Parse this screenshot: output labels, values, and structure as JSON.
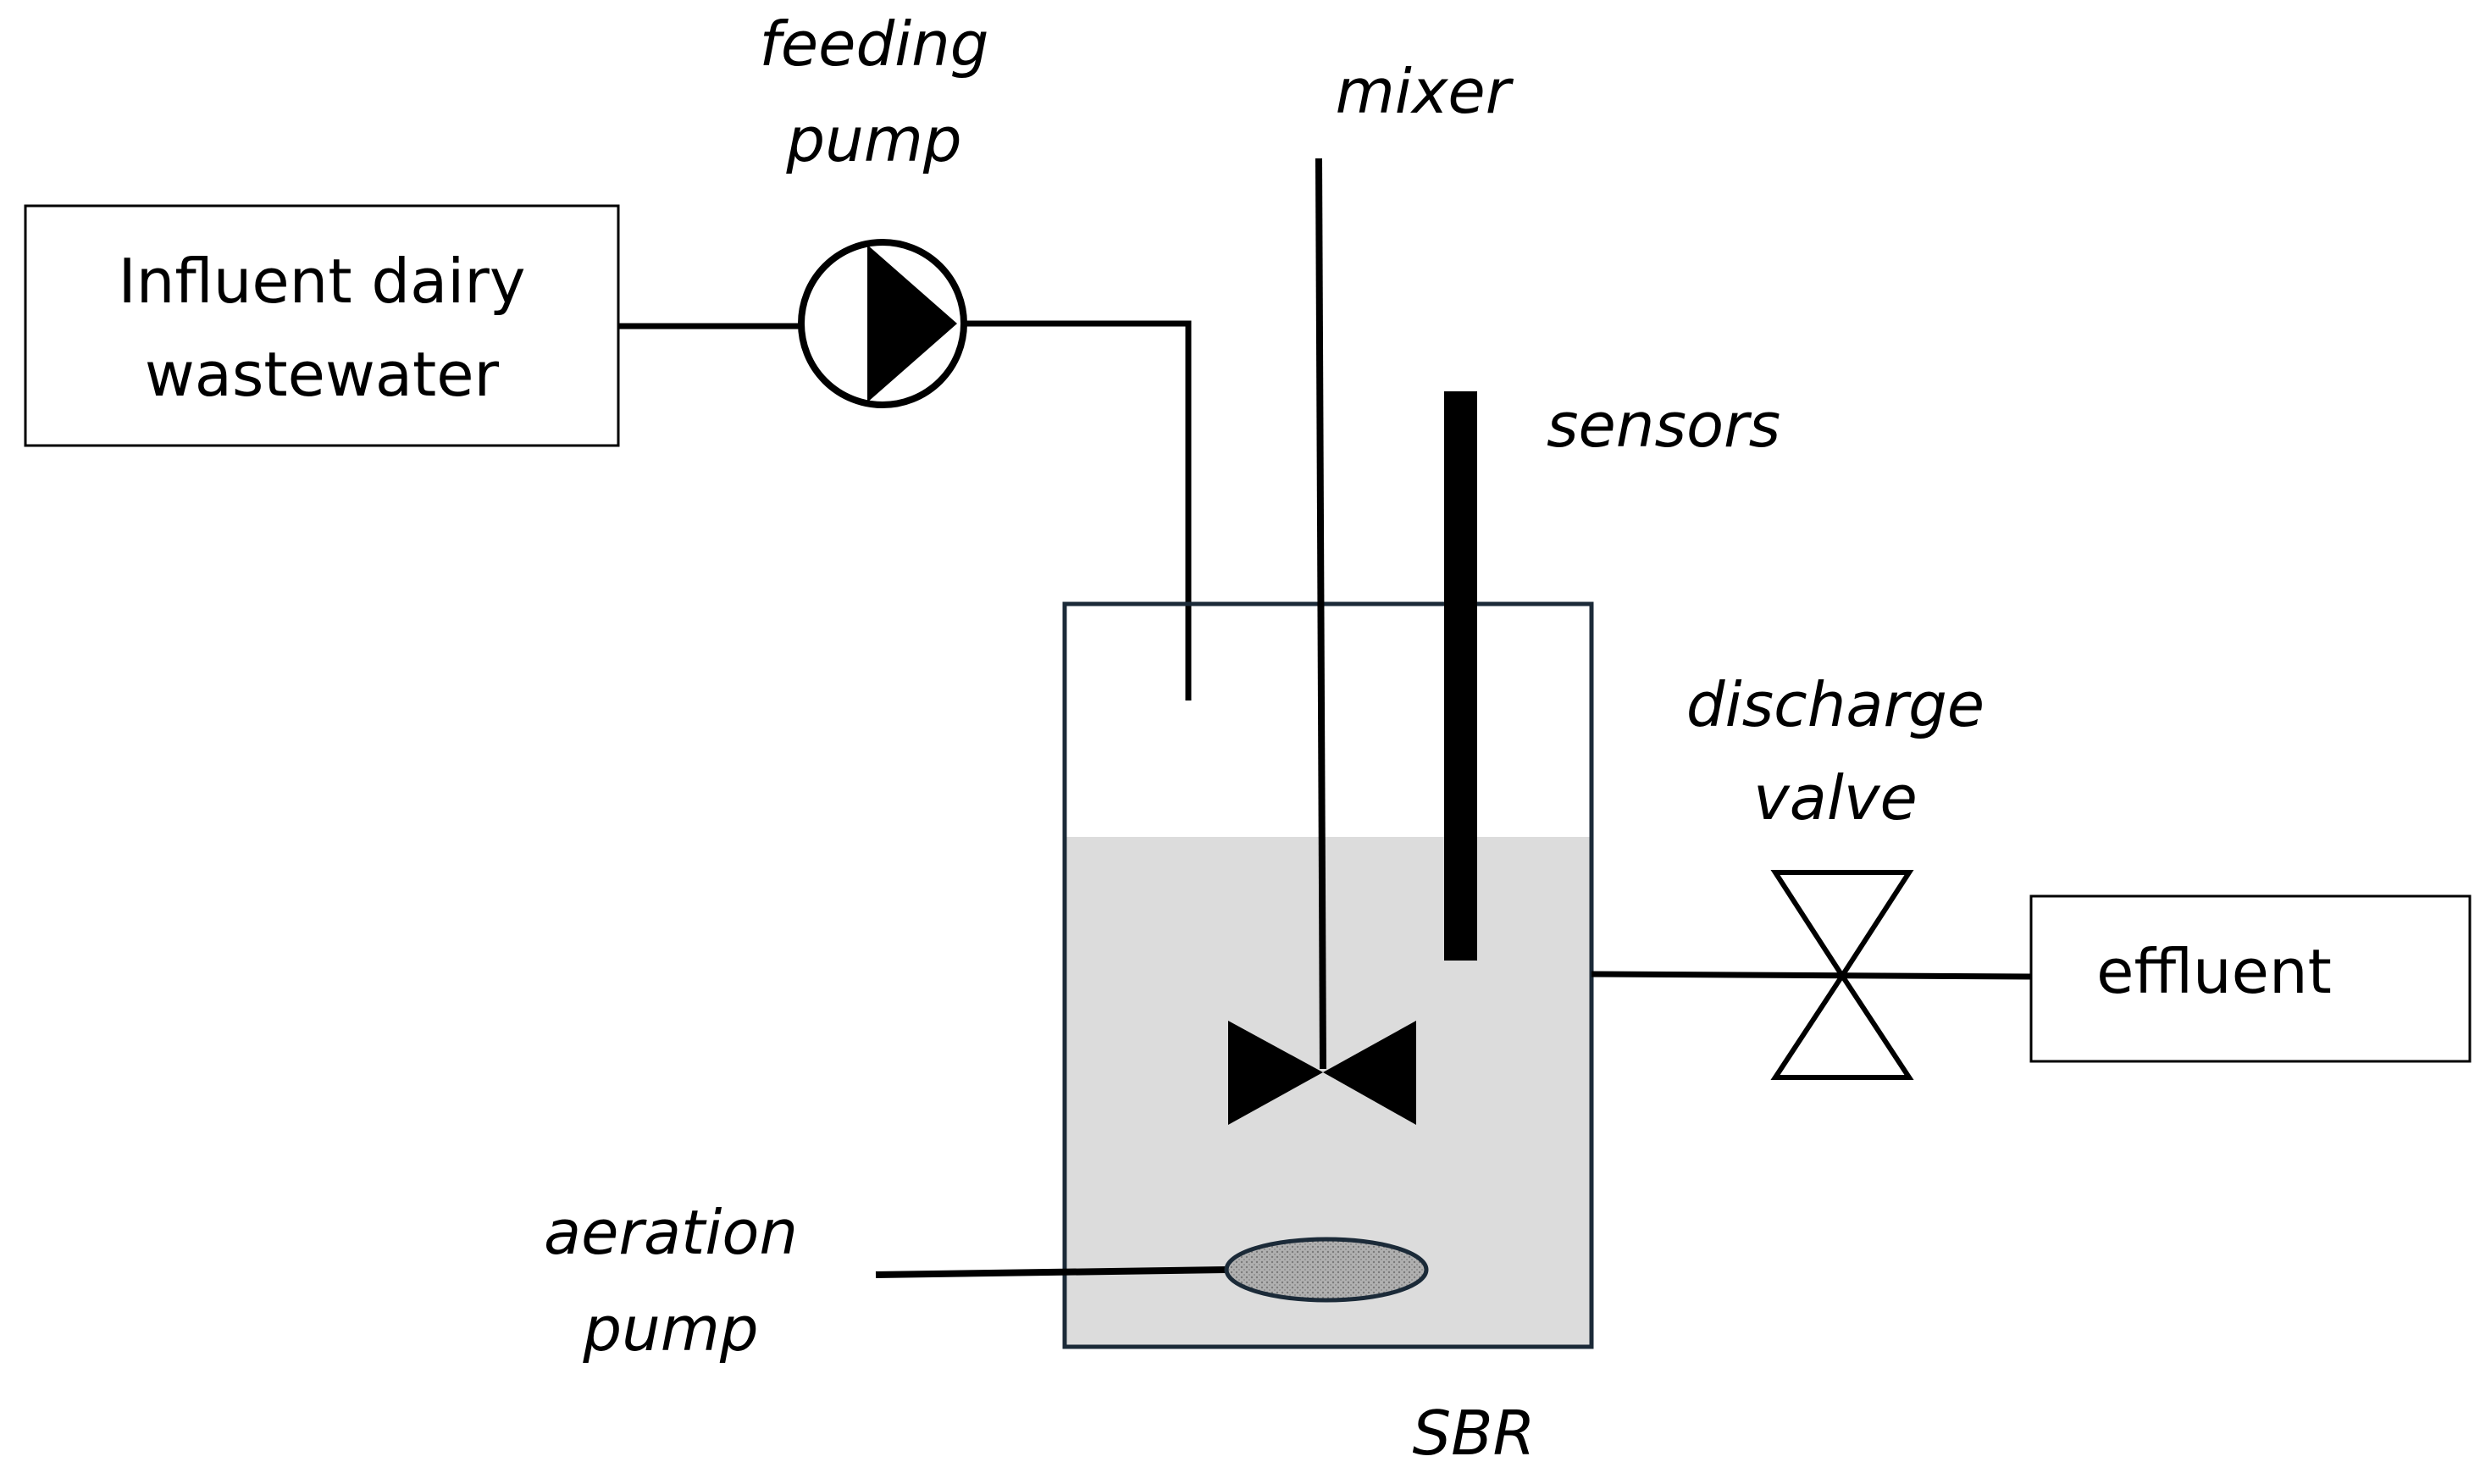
{
  "nodes": {
    "influent": {
      "lines": [
        "Influent dairy",
        "wastewater"
      ]
    },
    "effluent": {
      "label": "effluent"
    },
    "reactor": {
      "label": "SBR"
    }
  },
  "components": {
    "feeding_pump": {
      "lines": [
        "feeding",
        "pump"
      ]
    },
    "mixer": {
      "label": "mixer"
    },
    "sensors": {
      "label": "sensors"
    },
    "discharge_valve": {
      "lines": [
        "discharge",
        "valve"
      ]
    },
    "aeration_pump": {
      "lines": [
        "aeration",
        "pump"
      ]
    }
  },
  "colors": {
    "line": "#000000",
    "tank_border": "#1b2a38",
    "liquid": "#dcdcdc",
    "diffuser": "#a6a6a6",
    "background": "#ffffff"
  }
}
